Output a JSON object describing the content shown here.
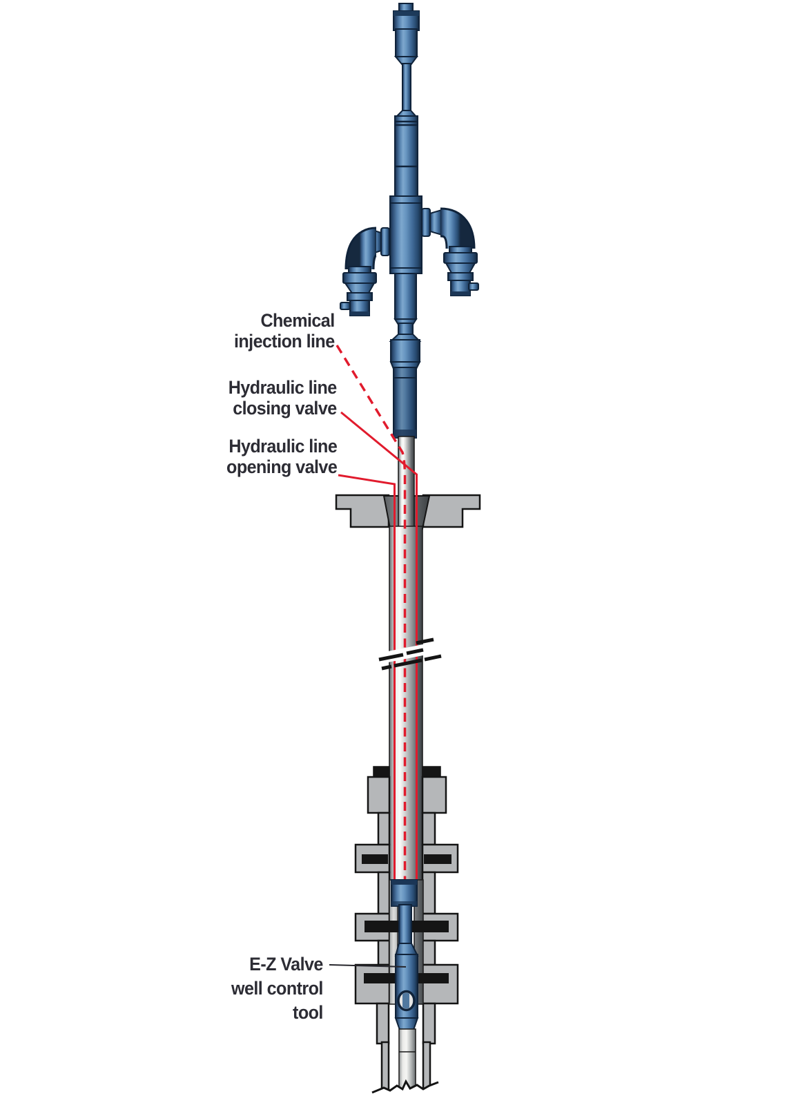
{
  "labels": {
    "chemical_injection": {
      "line1": "Chemical",
      "line2": "injection line"
    },
    "hydraulic_closing": {
      "line1": "Hydraulic line",
      "line2": "closing valve"
    },
    "hydraulic_opening": {
      "line1": "Hydraulic line",
      "line2": "opening valve"
    },
    "ez_valve": {
      "line1": "E-Z Valve",
      "line2": "well control",
      "line3": "tool"
    }
  },
  "line_styles": {
    "chemical_injection": "dashed-red",
    "hydraulic_closing": "solid-red",
    "hydraulic_opening": "solid-red",
    "ez_valve_leader": "solid-black"
  },
  "colors": {
    "background": "#ffffff",
    "leader_red": "#e11b2d",
    "steel_blue": "#5b88b5",
    "steel_blue_dark": "#1d3a5a",
    "casing_gray": "#b5b7b9",
    "seal_black": "#151515",
    "outline_black": "#141414",
    "label_text": "#2c2c34"
  }
}
